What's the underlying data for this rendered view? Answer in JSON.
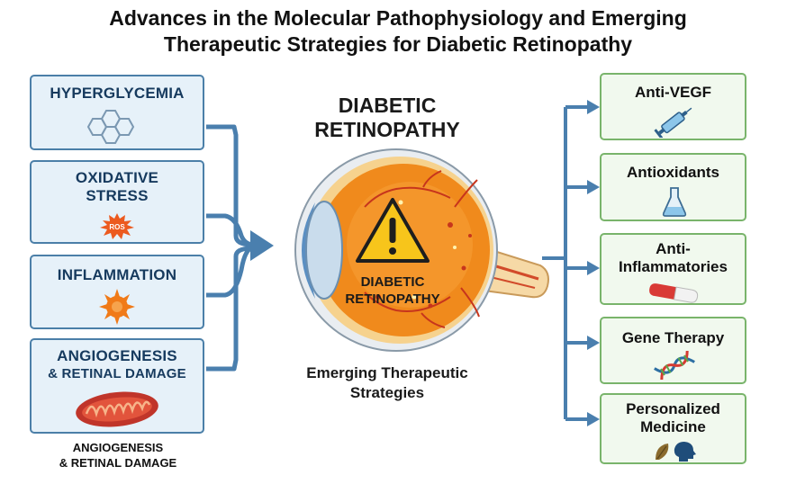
{
  "title": {
    "line1": "Advances in the Molecular Pathophysiology and Emerging",
    "line2": "Therapeutic Strategies for Diabetic Retinopathy"
  },
  "causes": {
    "hyperglycemia": {
      "label": "HYPERGLYCEMIA",
      "icon": "hexagon-molecule-icon"
    },
    "oxidative_stress": {
      "line1": "OXIDATIVE",
      "line2": "STRESS",
      "icon": "ros-splat-icon",
      "icon_text": "ROS"
    },
    "inflammation": {
      "label": "INFLAMMATION",
      "icon": "spiky-cell-icon"
    },
    "angiogenesis": {
      "line1": "ANGIOGENESIS",
      "line2": "& RETINAL DAMAGE",
      "icon": "mitochondrion-icon"
    },
    "footnote_line1": "ANGIOGENESIS",
    "footnote_line2": "& RETINAL DAMAGE"
  },
  "center": {
    "title_line1": "DIABETIC",
    "title_line2": "RETINOPATHY",
    "eye_label_line1": "DIABETIC",
    "eye_label_line2": "RETINOPATHY",
    "subtitle_line1": "Emerging Therapeutic",
    "subtitle_line2": "Strategies"
  },
  "therapies": {
    "anti_vegf": {
      "label": "Anti-VEGF",
      "icon": "syringe-icon"
    },
    "antioxidants": {
      "label": "Antioxidants",
      "icon": "flask-icon"
    },
    "anti_inflammatories": {
      "line1": "Anti-",
      "line2": "Inflammatories",
      "icon": "capsule-icon"
    },
    "gene_therapy": {
      "label": "Gene Therapy",
      "icon": "dna-icon"
    },
    "personalized_medicine": {
      "line1": "Personalized",
      "line2": "Medicine",
      "icon": "leaf-head-icon"
    }
  },
  "colors": {
    "cause_border": "#4b7fa8",
    "cause_fill": "#e6f1f9",
    "connector": "#4a7fae",
    "therapy_border": "#79b46b",
    "therapy_fill": "#f1f9ee",
    "eye_orange": "#f08a1c",
    "warning_yellow": "#f7c51b"
  }
}
